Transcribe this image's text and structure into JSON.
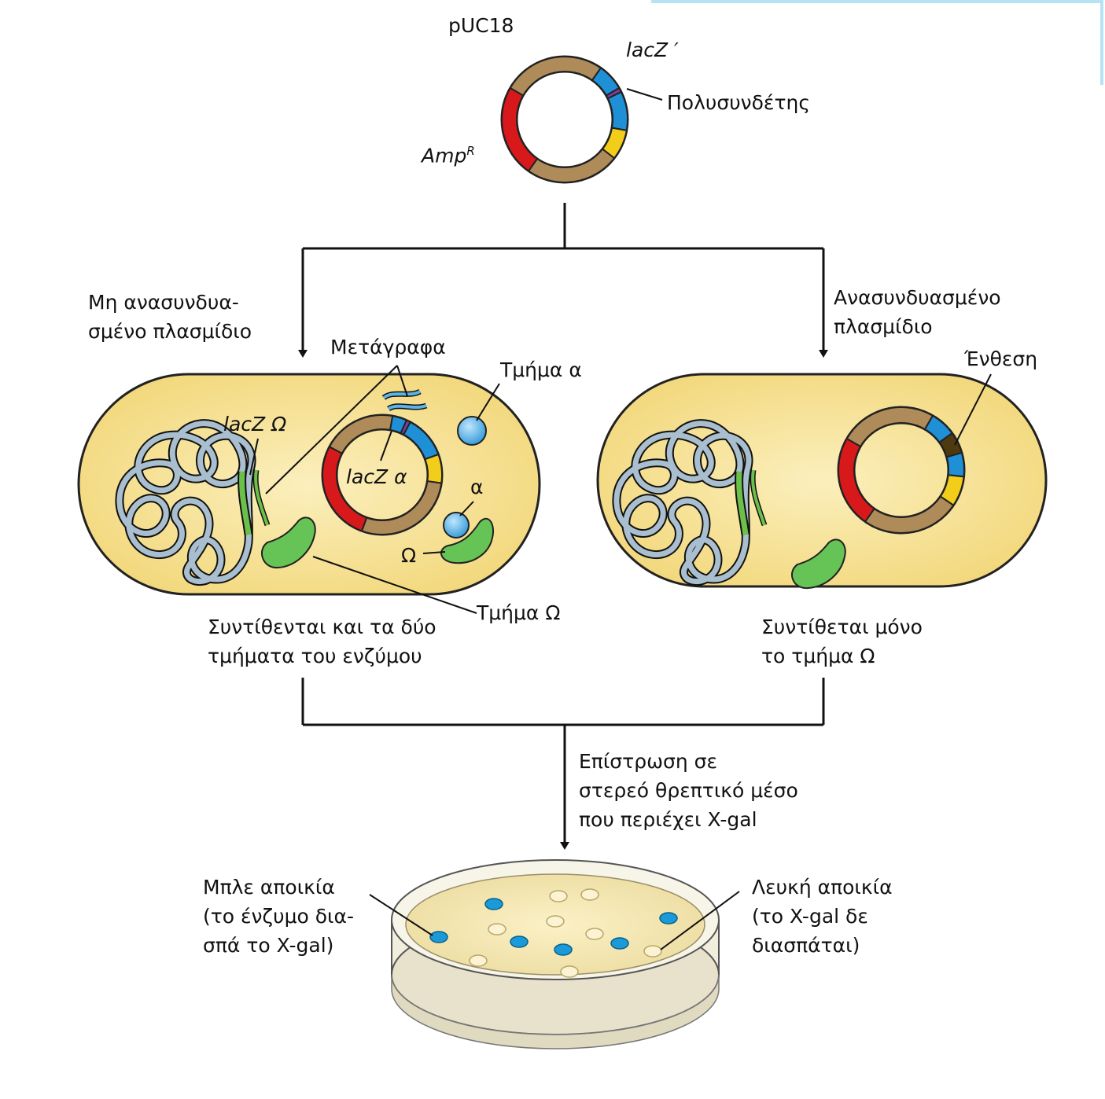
{
  "plasmid": {
    "name": "pUC18",
    "lacz_label": "lacZ ′",
    "polylinker_label": "Πολυσυνδέτης",
    "ampr_label": "Amp",
    "ampr_sup": "R"
  },
  "branches": {
    "left_title": [
      "Μη ανασυνδυα-",
      "σμένο πλασμίδιο"
    ],
    "right_title": [
      "Ανασυνδυασμένο",
      "πλασμίδιο"
    ]
  },
  "left_cell": {
    "transcripts_label": "Μετάγραφα",
    "fragment_alpha_label": "Τμήμα α",
    "lacz_omega_label": "lacZ Ω",
    "lacz_alpha_label": "lacZ α",
    "alpha_label": "α",
    "omega_label": "Ω",
    "fragment_omega_label": "Τμήμα Ω",
    "caption": [
      "Συντίθενται και τα δύο",
      "τμήματα του ενζύμου"
    ]
  },
  "right_cell": {
    "insert_label": "Ένθεση",
    "caption": [
      "Συντίθεται μόνο",
      "το τμήμα Ω"
    ]
  },
  "plating": {
    "label": [
      "Επίστρωση σε",
      "στερεό θρεπτικό μέσο",
      "που περιέχει X-gal"
    ]
  },
  "dish": {
    "blue_label": [
      "Μπλε αποικία",
      "(το ένζυμο δια-",
      "σπά το X-gal)"
    ],
    "white_label": [
      "Λευκή αποικία",
      "(το X-gal δε",
      "διασπάται)"
    ]
  },
  "colors": {
    "amp": "#d7191c",
    "backbone": "#b08b5a",
    "lacz": "#1f8fd6",
    "polylinker": "#7b3fa0",
    "yellow": "#f2cd1a",
    "insert": "#4f3a10",
    "cell_fill": "#f6e39a",
    "chromosome": "#a9bfcf",
    "lacz_chrom": "#6cc04a",
    "protein_green": "#66c457",
    "alpha_blue": "#5bb3e6",
    "colony_blue": "#1a9ad6",
    "colony_white": "#fbf3d2"
  }
}
